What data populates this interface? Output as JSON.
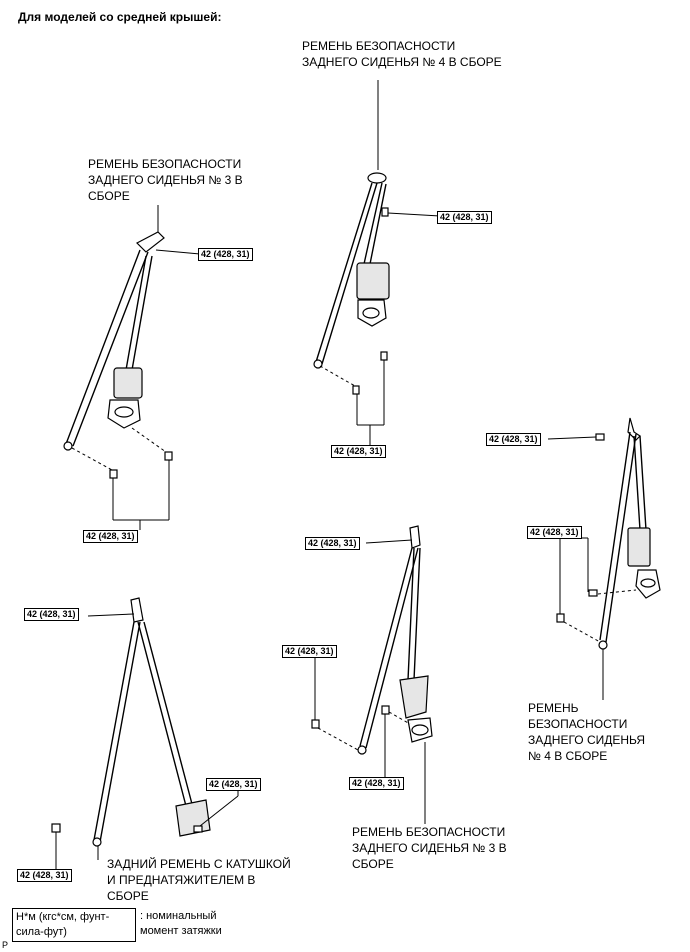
{
  "title": "Для моделей со средней крышей:",
  "captions": {
    "belt_no4_top": "РЕМЕНЬ БЕЗОПАСНОСТИ\nЗАДНЕГО СИДЕНЬЯ № 4 В СБОРЕ",
    "belt_no3_left": "РЕМЕНЬ БЕЗОПАСНОСТИ\nЗАДНЕГО СИДЕНЬЯ № 3 В\nСБОРЕ",
    "belt_no4_right": "РЕМЕНЬ\nБЕЗОПАСНОСТИ\nЗАДНЕГО СИДЕНЬЯ\n№ 4 В СБОРЕ",
    "belt_no3_bottom": "РЕМЕНЬ БЕЗОПАСНОСТИ\nЗАДНЕГО СИДЕНЬЯ № 3 В\nСБОРЕ",
    "belt_rear_pretensioner": "ЗАДНИЙ РЕМЕНЬ С КАТУШКОЙ\nИ ПРЕДНАТЯЖИТЕЛЕМ В\nСБОРЕ"
  },
  "torque_label": "42 (428, 31)",
  "legend": {
    "box": "Н*м (кгс*см, фунт-\nсила-фут)",
    "text": ": номинальный\nмомент затяжки"
  },
  "corner_mark": "P"
}
